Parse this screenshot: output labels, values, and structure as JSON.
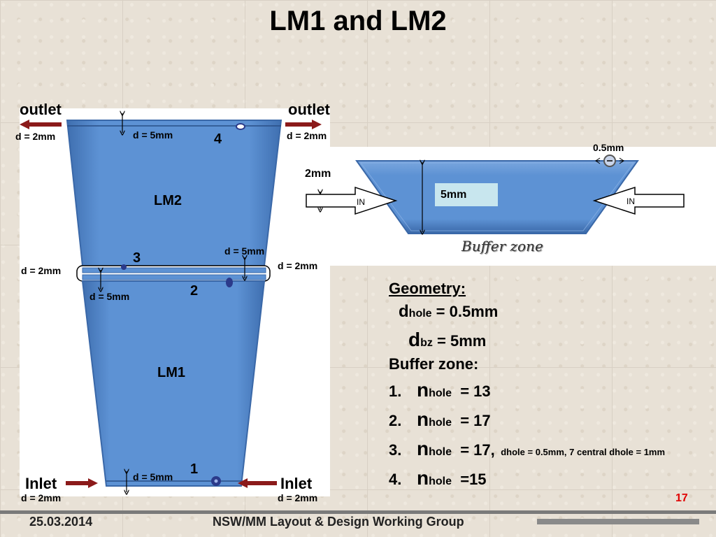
{
  "title": "LM1 and LM2",
  "left_diagram": {
    "outlet_left": "outlet",
    "outlet_right": "outlet",
    "inlet_left": "Inlet",
    "inlet_right": "Inlet",
    "d2mm": "d = 2mm",
    "d5mm": "d = 5mm",
    "d2mm_partial": "d = 2mm",
    "lm2": "LM2",
    "lm1": "LM1",
    "n1": "1",
    "n2": "2",
    "n3": "3",
    "n4": "4"
  },
  "buffer_diagram": {
    "hole": "0.5mm",
    "height": "2mm",
    "depth": "5mm",
    "in_left": "IN",
    "in_right": "IN",
    "caption": "Buffer zone"
  },
  "geometry": {
    "heading": "Geometry:",
    "d_hole_sym": "d",
    "d_hole_sub": "hole",
    "d_hole_val": " = 0.5mm",
    "d_bz_sym": "d",
    "d_bz_sub": "bz",
    "d_bz_val": " = 5mm",
    "buffer": "Buffer zone:",
    "items": [
      {
        "num": "1.",
        "sym": "n",
        "sub": "hole",
        "val": "  = 13",
        "note": ""
      },
      {
        "num": "2.",
        "sym": "n",
        "sub": "hole",
        "val": "  = 17",
        "note": ""
      },
      {
        "num": "3.",
        "sym": "n",
        "sub": "hole",
        "val": "  = 17,",
        "note": "dhole = 0.5mm, 7 central dhole = 1mm"
      },
      {
        "num": "4.",
        "sym": "n",
        "sub": "hole",
        "val": "  =15",
        "note": ""
      }
    ]
  },
  "footer": {
    "date": "25.03.2014",
    "group": "NSW/MM  Layout & Design Working Group",
    "page": "17"
  },
  "colors": {
    "chamber": "#5b8fd0",
    "arrow": "#8b1a1a",
    "footer_bar": "#7a7a7a",
    "page_num": "#e00000"
  }
}
